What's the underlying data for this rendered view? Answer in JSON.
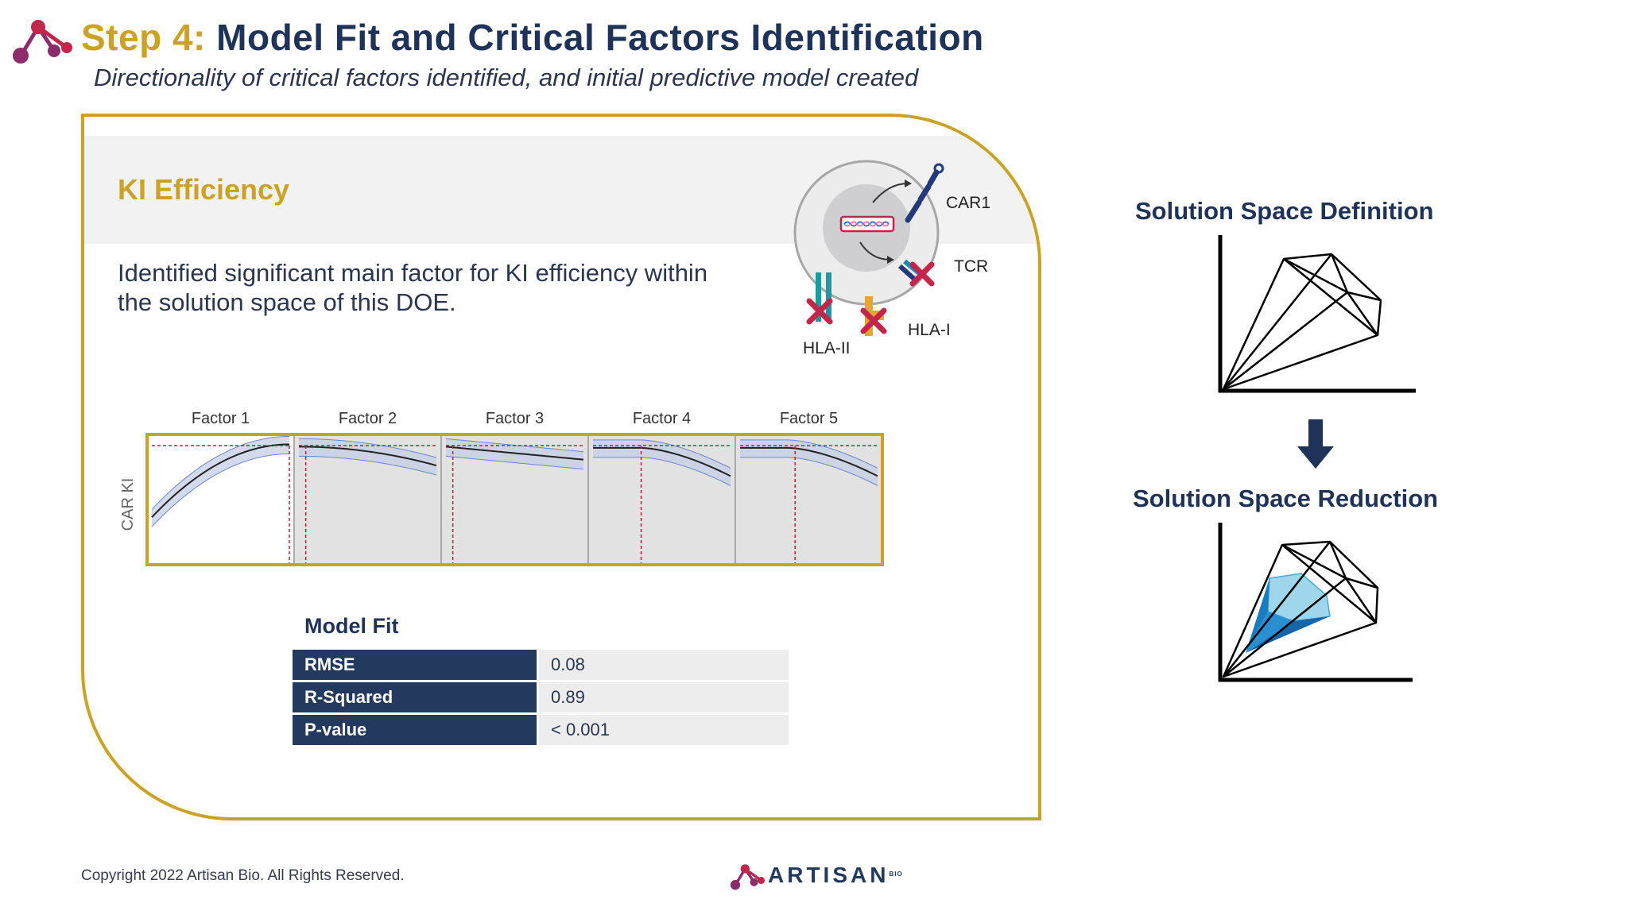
{
  "header": {
    "step_label": "Step 4:",
    "title": "Model Fit and Critical Factors Identification",
    "subtitle": "Directionality of critical factors identified, and initial predictive model created"
  },
  "panel": {
    "section_title": "KI Efficiency",
    "description": "Identified significant main factor for KI efficiency within the solution space of this DOE."
  },
  "cell_diagram": {
    "labels": {
      "car1": "CAR1",
      "tcr": "TCR",
      "hla1": "HLA-I",
      "hla2": "HLA-II"
    }
  },
  "chart_data": {
    "type": "line",
    "ylabel": "CAR KI",
    "panels": [
      {
        "name": "Factor 1",
        "selected": true
      },
      {
        "name": "Factor 2",
        "selected": false
      },
      {
        "name": "Factor 3",
        "selected": false
      },
      {
        "name": "Factor 4",
        "selected": false
      },
      {
        "name": "Factor 5",
        "selected": false
      }
    ],
    "highlight_color": "#c9a227"
  },
  "model_fit": {
    "title": "Model Fit",
    "rows": [
      {
        "metric": "RMSE",
        "value": "0.08"
      },
      {
        "metric": "R-Squared",
        "value": "0.89"
      },
      {
        "metric": "P-value",
        "value": "< 0.001"
      }
    ]
  },
  "right": {
    "definition_title": "Solution Space Definition",
    "reduction_title": "Solution Space Reduction"
  },
  "footer": {
    "copyright": "Copyright 2022 Artisan Bio. All Rights Reserved.",
    "brand": "ARTISAN",
    "brand_suffix": "BIO"
  },
  "colors": {
    "navy": "#1f3257",
    "gold": "#c9a227",
    "table_header": "#233a5e",
    "brand_red": "#b8264a",
    "brand_magenta": "#8b2d6b",
    "reduction_blue": "#1a7bbf"
  }
}
